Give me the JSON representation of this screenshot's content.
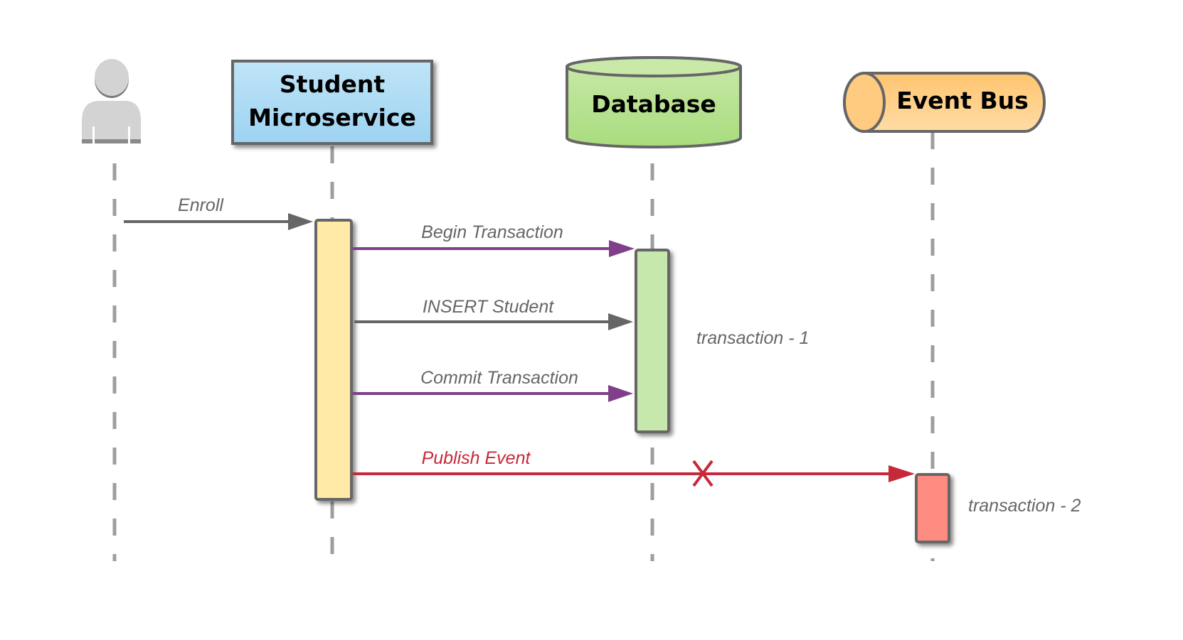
{
  "diagram": {
    "type": "sequence",
    "participants": [
      {
        "id": "user",
        "kind": "actor",
        "label": "",
        "icon": "person-icon",
        "color": "#cfcfcf"
      },
      {
        "id": "student",
        "kind": "box",
        "label_lines": [
          "Student",
          "Microservice"
        ],
        "color": "#a9d9f5"
      },
      {
        "id": "db",
        "kind": "database",
        "label": "Database",
        "color": "#b6e28e"
      },
      {
        "id": "bus",
        "kind": "queue",
        "label": "Event Bus",
        "color": "#ffcf8a"
      }
    ],
    "messages": [
      {
        "from": "user",
        "to": "student",
        "label": "Enroll",
        "color": "#666666",
        "label_color": "#666666"
      },
      {
        "from": "student",
        "to": "db",
        "label": "Begin Transaction",
        "color": "#7f3f8a",
        "label_color": "#666666"
      },
      {
        "from": "student",
        "to": "db",
        "label": "INSERT Student",
        "color": "#666666",
        "label_color": "#666666"
      },
      {
        "from": "student",
        "to": "db",
        "label": "Commit Transaction",
        "color": "#7f3f8a",
        "label_color": "#666666"
      },
      {
        "from": "student",
        "to": "bus",
        "label": "Publish Event",
        "color": "#c62a3a",
        "label_color": "#c62a3a",
        "failure_marker": "X"
      }
    ],
    "activations": [
      {
        "participant": "student",
        "color": "#ffeaa8"
      },
      {
        "participant": "db",
        "color": "#c6e8ad",
        "note": "transaction - 1"
      },
      {
        "participant": "bus",
        "color": "#ff8c80",
        "note": "transaction - 2"
      }
    ],
    "colors": {
      "lifeline": "#9e9e9e",
      "border": "#666666"
    }
  }
}
